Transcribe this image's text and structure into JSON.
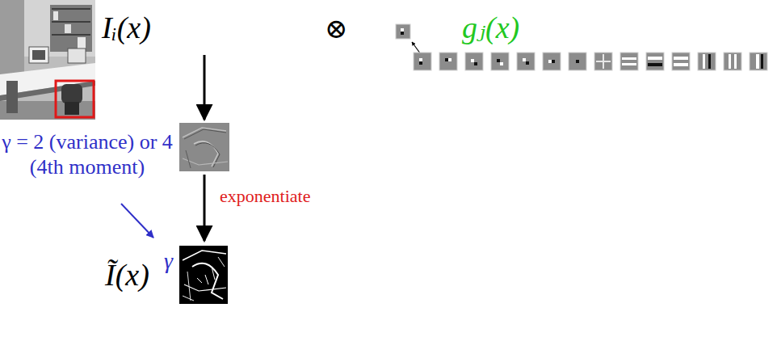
{
  "diagram": {
    "labels": [
      "Iᵢ(x)",
      "⊗",
      "gⱼ(x)",
      "γ = 2 (variance) or 4 (4th moment)",
      "exponentiate",
      "Ĩ(x)",
      "γ"
    ]
  }
}
